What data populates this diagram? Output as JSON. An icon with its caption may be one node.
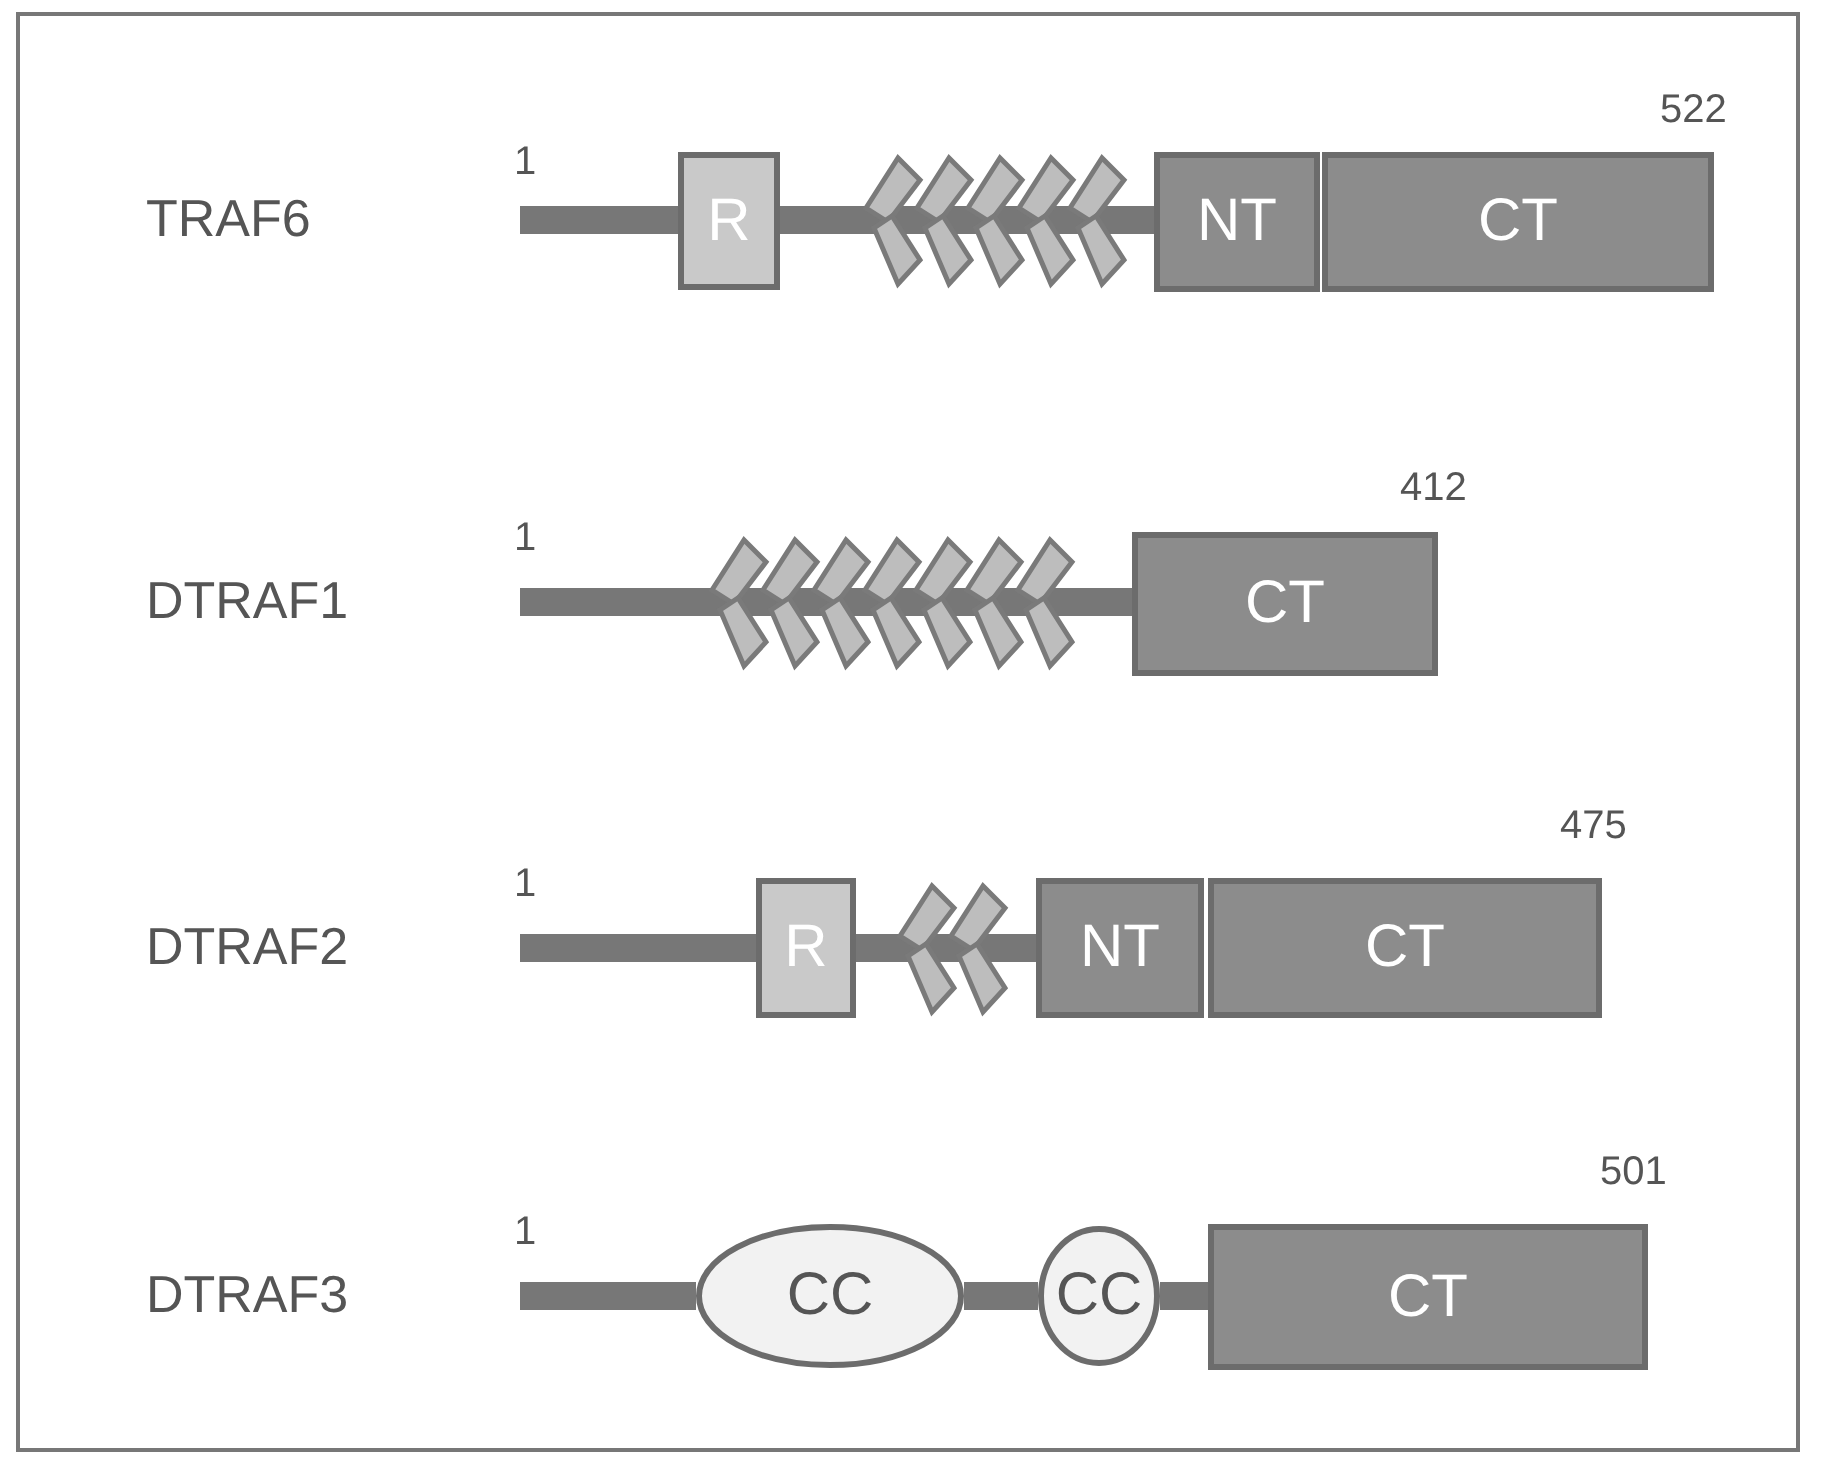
{
  "diagram": {
    "nodes": [
      {
        "text": [
          "R"
        ]
      },
      {
        "text": [
          "NT"
        ]
      },
      {
        "text": [
          "CT"
        ]
      },
      {
        "text": [
          "CT"
        ]
      },
      {
        "text": [
          "R"
        ]
      },
      {
        "text": [
          "NT"
        ]
      },
      {
        "text": [
          "CT"
        ]
      },
      {
        "text": [
          "CC"
        ]
      },
      {
        "text": [
          "CC"
        ]
      },
      {
        "text": [
          "CT"
        ]
      }
    ],
    "edges": [
      {
        "from": null,
        "to": 0,
        "arrow": "none"
      },
      {
        "from": 0,
        "to": 1,
        "arrow": "none"
      },
      {
        "from": null,
        "to": 3,
        "arrow": "none"
      },
      {
        "from": null,
        "to": 4,
        "arrow": "none"
      },
      {
        "from": 4,
        "to": 5,
        "arrow": "none"
      },
      {
        "from": null,
        "to": 7,
        "arrow": "none"
      },
      {
        "from": 7,
        "to": 8,
        "arrow": "none"
      },
      {
        "from": 8,
        "to": 9,
        "arrow": "none"
      }
    ],
    "labels": [
      "TRAF6",
      "1",
      "522",
      "DTRAF1",
      "1",
      "412",
      "DTRAF2",
      "1",
      "475",
      "DTRAF3",
      "1",
      "501"
    ]
  }
}
